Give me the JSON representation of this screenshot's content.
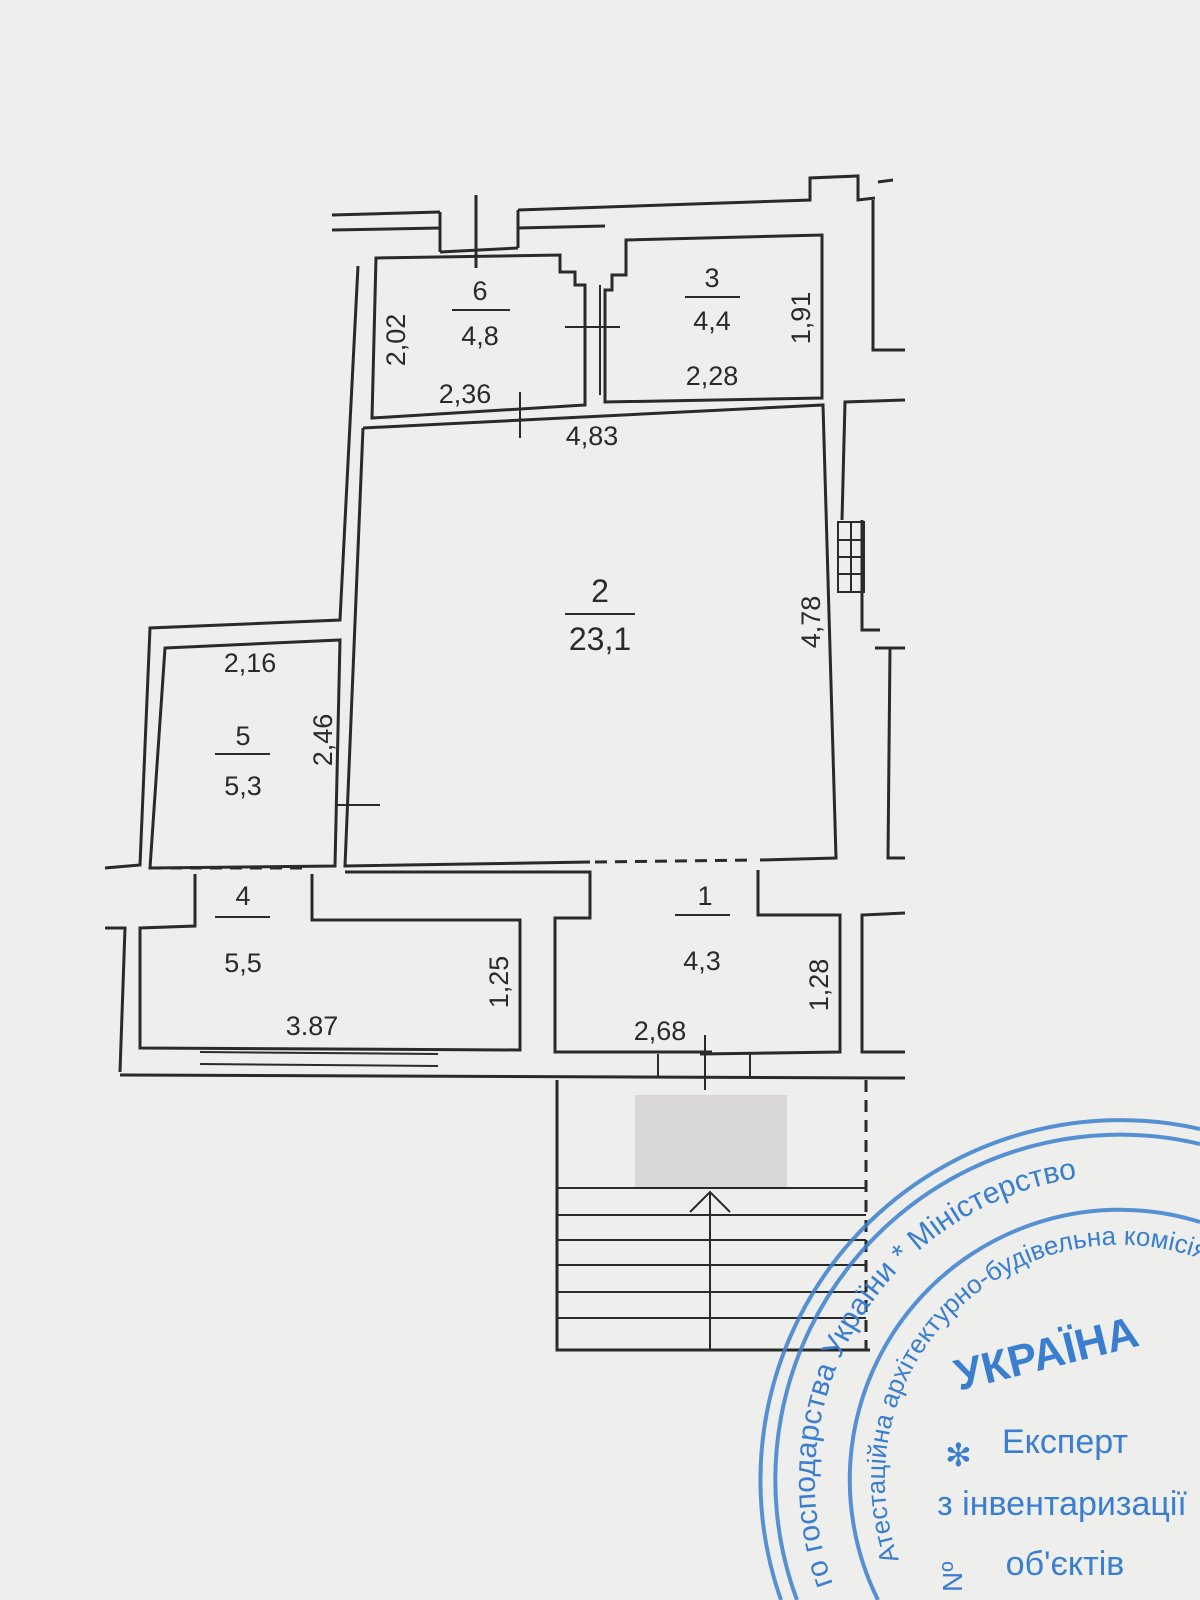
{
  "rooms": [
    {
      "number": "1",
      "area": "4,3"
    },
    {
      "number": "2",
      "area": "23,1"
    },
    {
      "number": "3",
      "area": "4,4"
    },
    {
      "number": "4",
      "area": "5,5"
    },
    {
      "number": "5",
      "area": "5,3"
    },
    {
      "number": "6",
      "area": "4,8"
    }
  ],
  "dimensions": {
    "r6_height": "2,02",
    "r6_width": "2,36",
    "r3_height": "1,91",
    "r3_width": "2,28",
    "r2_width": "4,83",
    "r2_height": "4,78",
    "r5_width": "2,16",
    "r5_height": "2,46",
    "r4_width": "3.87",
    "r4_height": "1,25",
    "r1_width": "2,68",
    "r1_height": "1,28"
  },
  "stamp": {
    "outer_text": "го господарства України * Міністерство",
    "inner_text": "Атестаційна архітектурно-будівельна комісія",
    "country": "УКРАЇНА",
    "line1": "Експерт",
    "line2": "з інвентаризації",
    "line3": "об'єктів",
    "fragment": "Nº"
  },
  "colors": {
    "ink": "#2a2a2a",
    "stamp": "#3a7fcf",
    "paper": "#eeeeec",
    "redaction": "#d8d6d6"
  }
}
